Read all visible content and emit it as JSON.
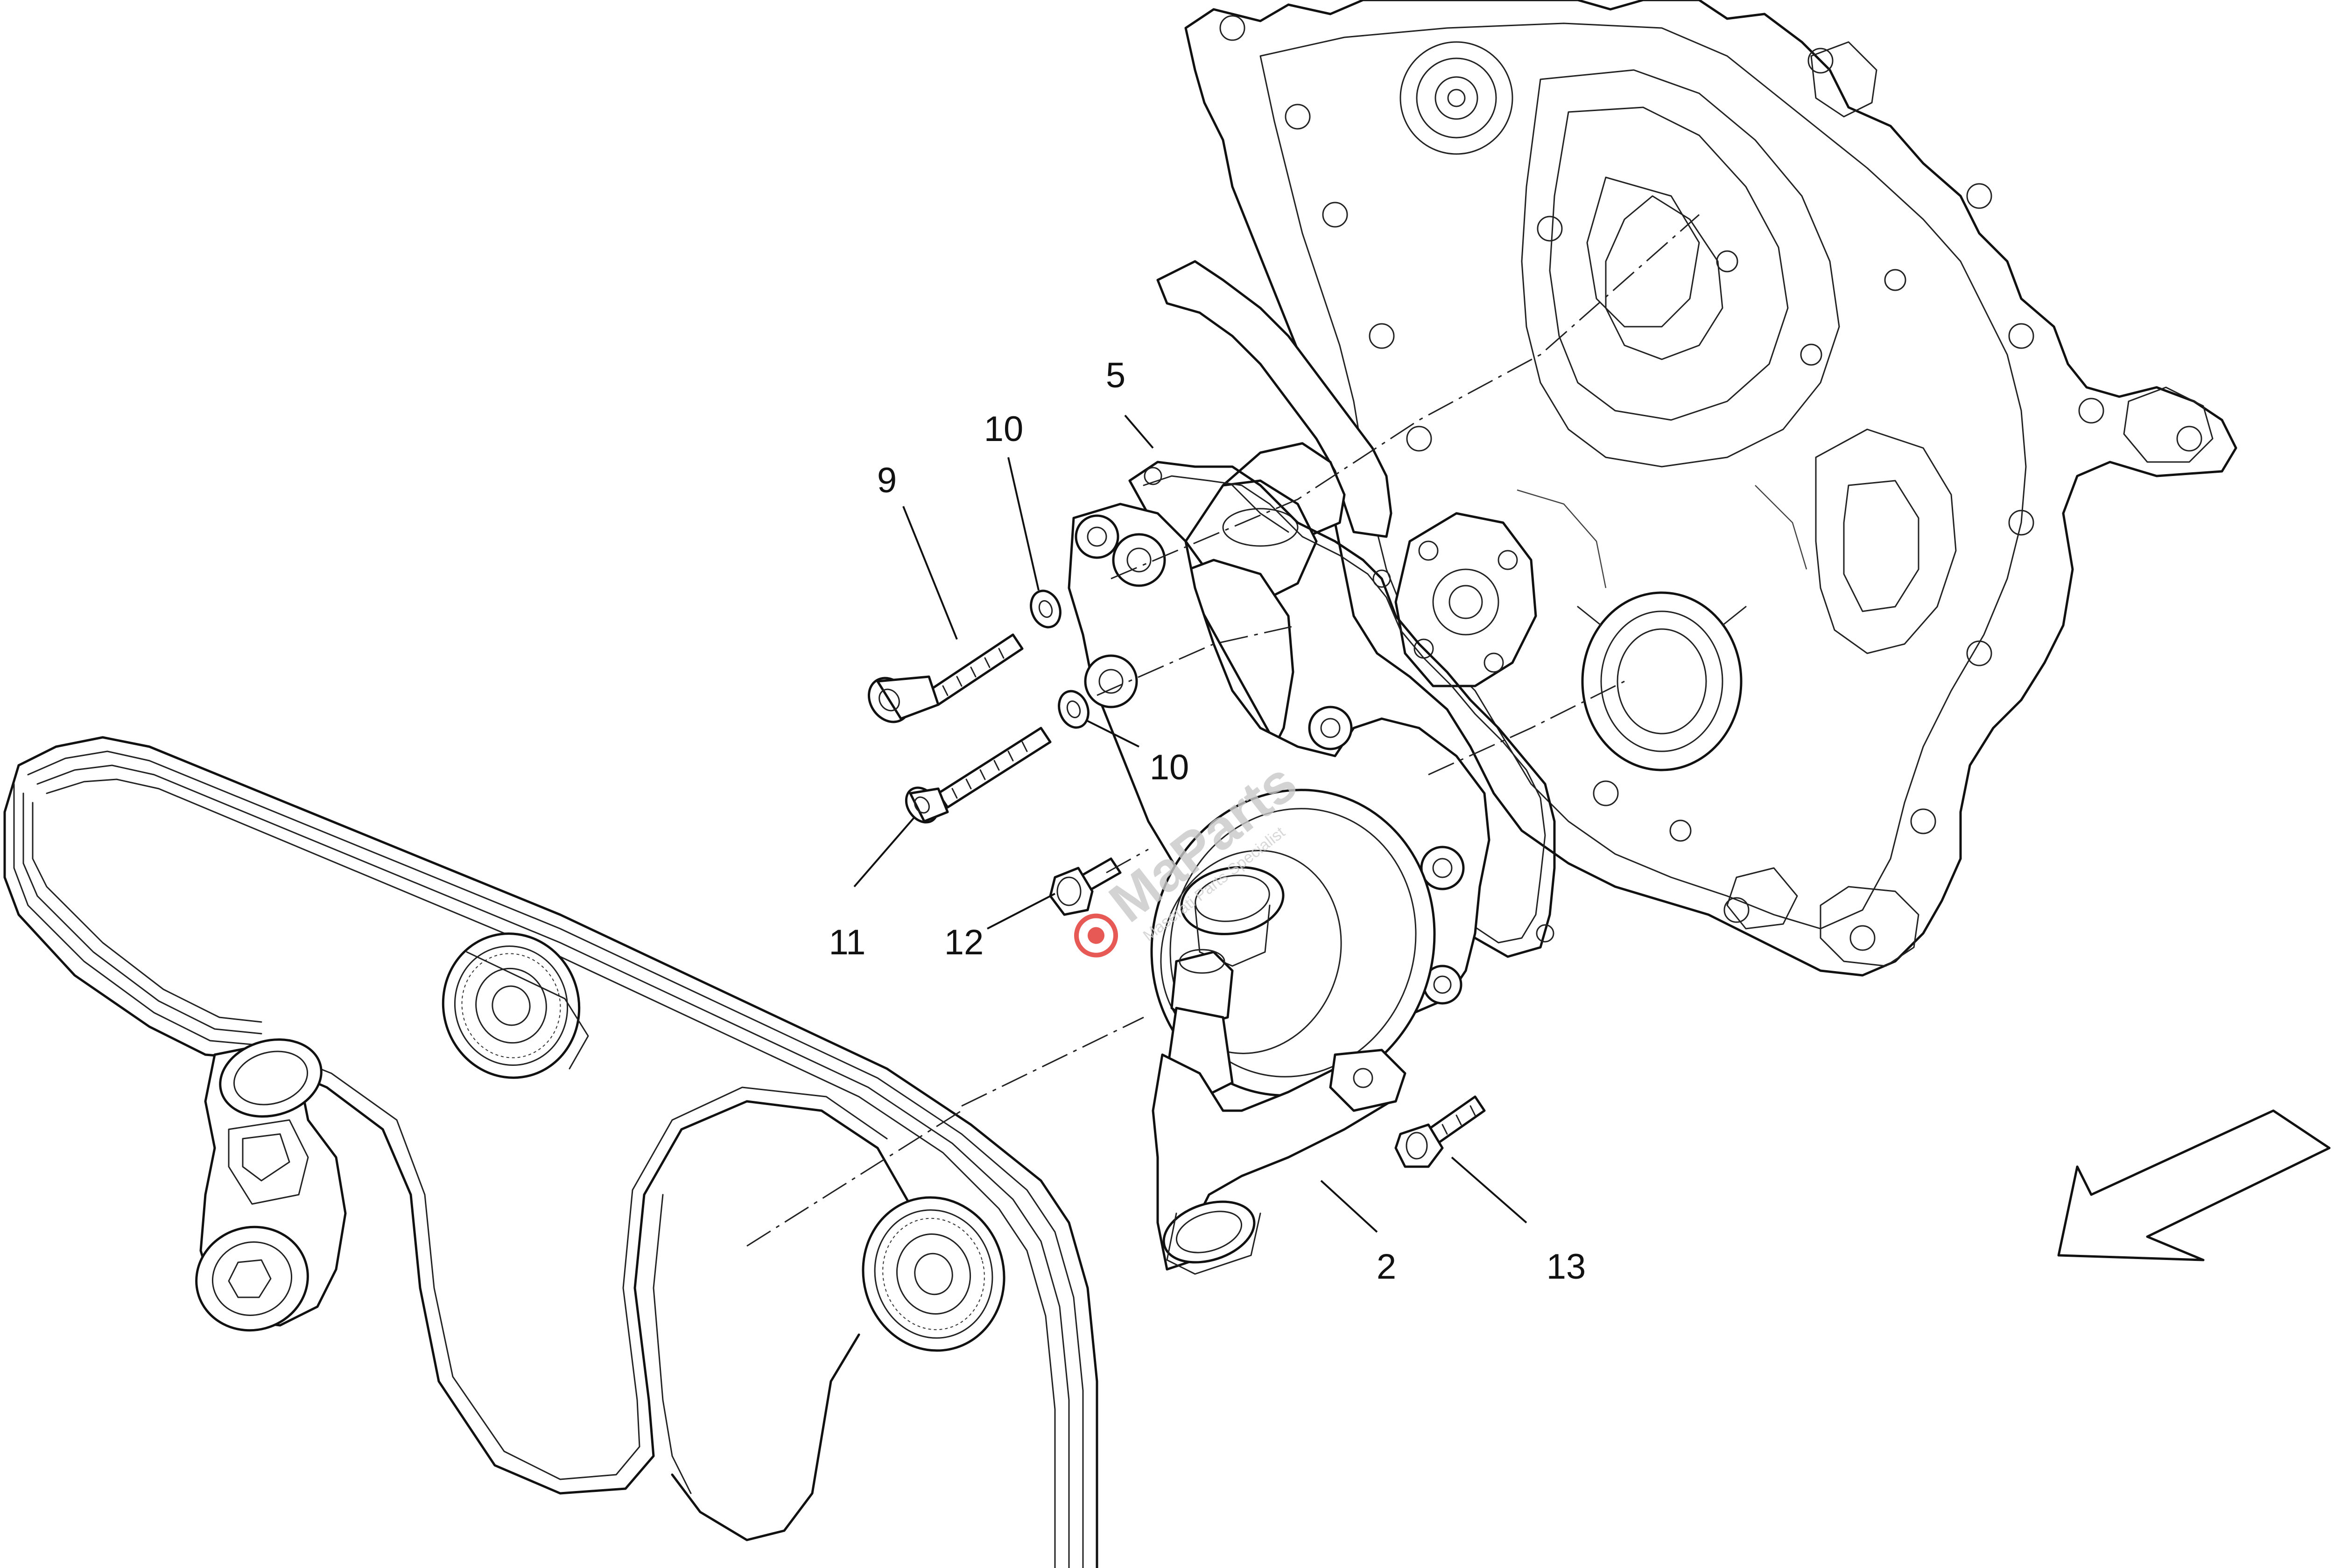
{
  "callouts": [
    {
      "id": "2",
      "label": "2"
    },
    {
      "id": "5",
      "label": "5"
    },
    {
      "id": "9",
      "label": "9"
    },
    {
      "id": "10a",
      "label": "10"
    },
    {
      "id": "10b",
      "label": "10"
    },
    {
      "id": "11",
      "label": "11"
    },
    {
      "id": "12",
      "label": "12"
    },
    {
      "id": "13",
      "label": "13"
    }
  ],
  "watermark": {
    "brand": "MaParts",
    "tagline": "Maserati Parts Specialist",
    "color": "#c9c9c9",
    "accent": "#e0302b"
  },
  "icons": [
    "front-direction-arrow-icon"
  ]
}
